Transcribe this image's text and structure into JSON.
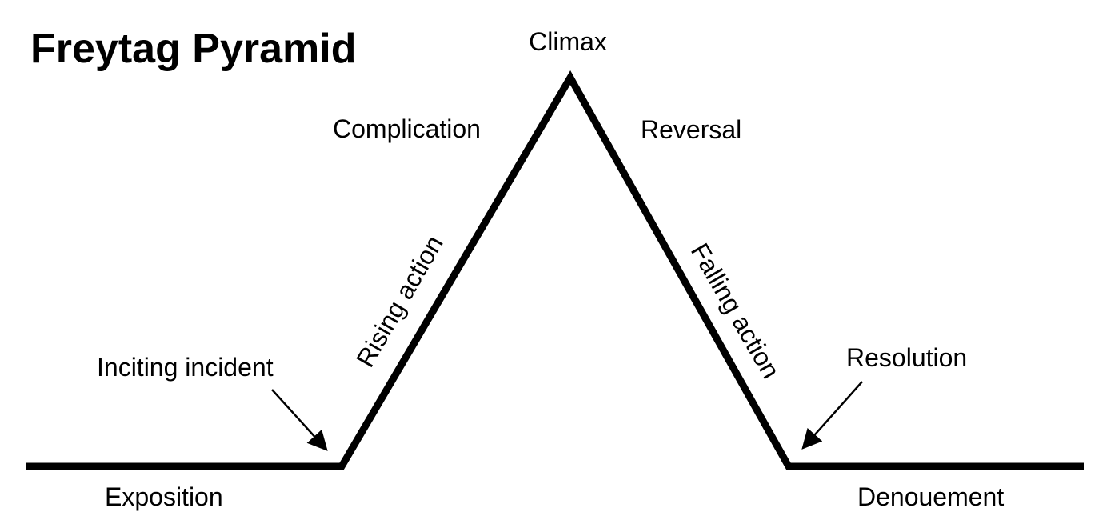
{
  "title": "Freytag Pyramid",
  "labels": {
    "climax": "Climax",
    "complication": "Complication",
    "reversal": "Reversal",
    "rising_action": "Rising action",
    "falling_action": "Falling action",
    "inciting_incident": "Inciting incident",
    "resolution": "Resolution",
    "exposition": "Exposition",
    "denouement": "Denouement"
  },
  "colors": {
    "line": "#000000",
    "text": "#000000",
    "background": "#ffffff"
  }
}
